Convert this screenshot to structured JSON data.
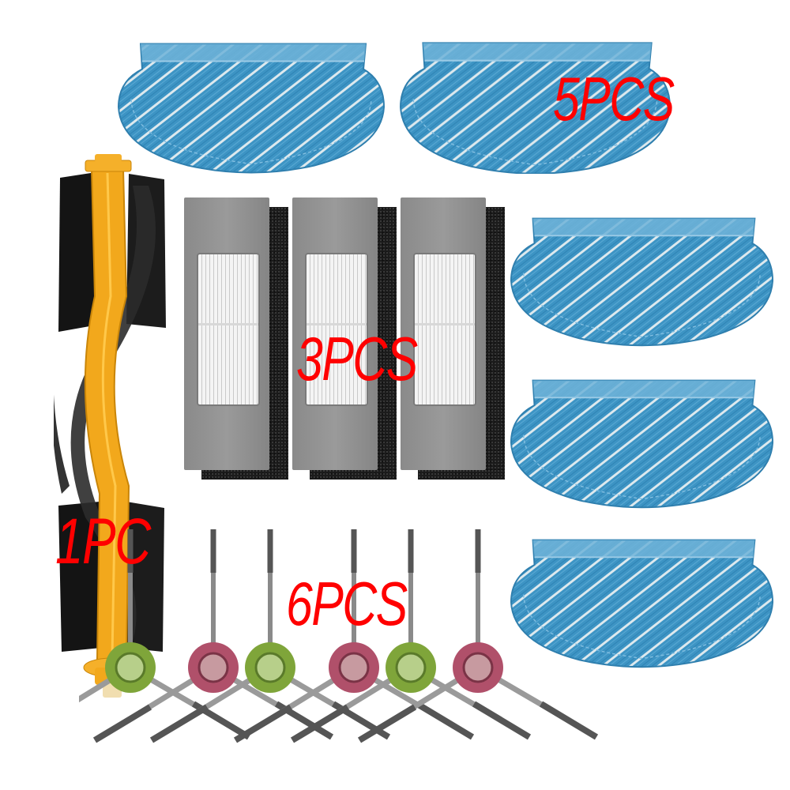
{
  "product": {
    "description": "Robot vacuum replacement accessory kit",
    "items": [
      {
        "name": "mop-pad",
        "quantity_label": "5PCS",
        "count": 5,
        "color": "#3b93c6"
      },
      {
        "name": "hepa-filter",
        "quantity_label": "3PCS",
        "count": 3,
        "color": "#8e8e8e"
      },
      {
        "name": "main-roller-brush",
        "quantity_label": "1PC",
        "count": 1,
        "color": "#f2a81c"
      },
      {
        "name": "side-brush",
        "quantity_label": "6PCS",
        "count": 6,
        "colors": [
          "#7fa53a",
          "#b0506a"
        ]
      }
    ]
  },
  "labels": {
    "mops": "5PCS",
    "filters": "3PCS",
    "roller": "1PC",
    "side_brushes": "6PCS"
  },
  "colors": {
    "label_red": "#ff0000",
    "background": "#ffffff"
  }
}
